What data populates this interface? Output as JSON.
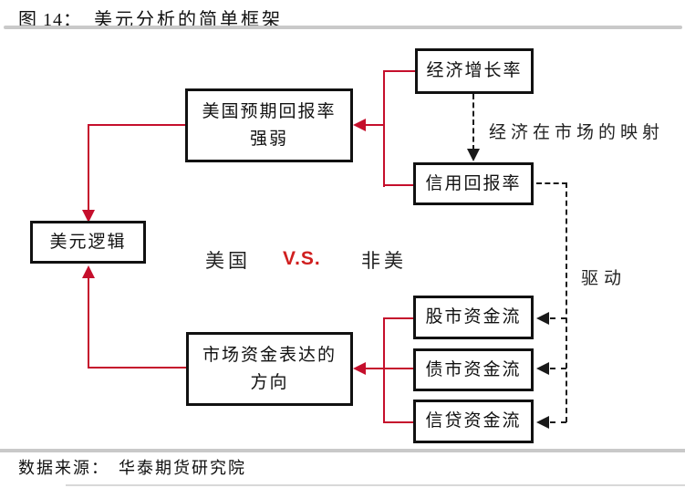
{
  "colors": {
    "accent_red": "#c50f2c",
    "vs_red": "#d01f1f",
    "line_dark": "#1a1a1a",
    "rule_gray": "#c9c9c9"
  },
  "caption": {
    "prefix": "图 14：",
    "title": "美元分析的简单框架"
  },
  "nodes": {
    "economic_growth": "经济增长率",
    "us_expected_return": "美国预期回报率\n强弱",
    "credit_return": "信用回报率",
    "dollar_logic": "美元逻辑",
    "equity_flow": "股市资金流",
    "bond_flow": "债市资金流",
    "credit_flow": "信贷资金流",
    "market_fund_direction": "市场资金表达的\n方向"
  },
  "labels": {
    "us": "美国",
    "vs": "V.S.",
    "non_us": "非美",
    "economy_mapping": "经济在市场的映射",
    "drive": "驱动"
  },
  "source": {
    "label": "数据来源：",
    "value": "华泰期货研究院"
  }
}
